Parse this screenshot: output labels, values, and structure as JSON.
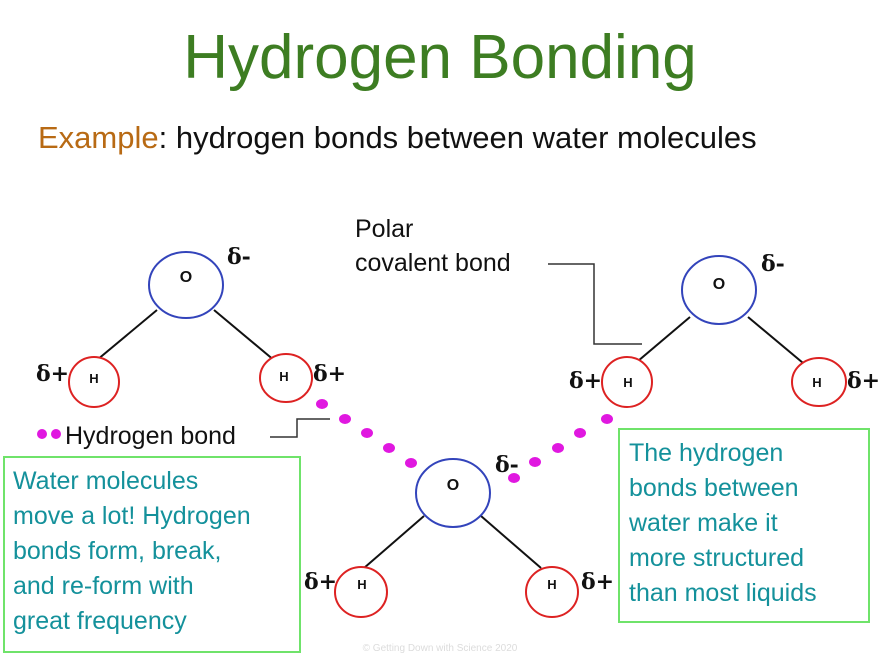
{
  "title": "Hydrogen Bonding",
  "subtitle": {
    "prefix": "Example",
    "text": ": hydrogen bonds between water molecules"
  },
  "labels": {
    "polar_line1": "Polar",
    "polar_line2": "covalent bond",
    "hydrogen_bond": "Hydrogen bond"
  },
  "atoms": {
    "oxygen": "O",
    "hydrogen": "H",
    "delta_minus": "δ-",
    "delta_plus": "δ+"
  },
  "notes": {
    "left": [
      "Water molecules",
      "move a lot! Hydrogen",
      "bonds form, break,",
      "and re-form with",
      "great frequency"
    ],
    "right": [
      "The hydrogen",
      "bonds between",
      "water make it",
      "more structured",
      "than most liquids"
    ]
  },
  "credit": "© Getting Down with Science 2020",
  "colors": {
    "title": "#3d7d22",
    "example": "#b86a14",
    "oxygen_ring": "#3344bb",
    "hydrogen_ring": "#dd2222",
    "hbond_dot": "#e018e0",
    "note_border": "#6fe36a",
    "note_text": "#14919b"
  }
}
